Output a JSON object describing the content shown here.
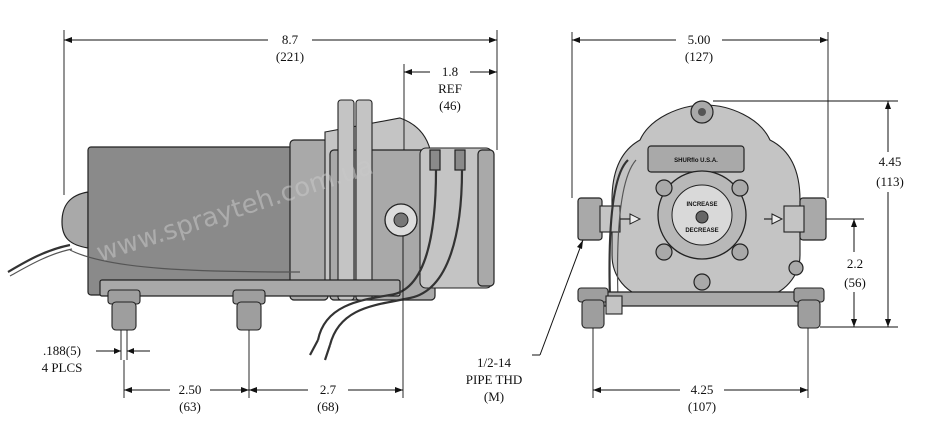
{
  "watermark": "www.sprayteh.com.ua",
  "side_view": {
    "overall_length": {
      "inch": "8.7",
      "mm": "(221)"
    },
    "head_ref": {
      "inch": "1.8",
      "ref": "REF",
      "mm": "(46)"
    },
    "hole": {
      "inch": ".188(5)",
      "note": "4 PLCS"
    },
    "foot_spacing": {
      "inch": "2.50",
      "mm": "(63)"
    },
    "foot_to_port": {
      "inch": "2.7",
      "mm": "(68)"
    }
  },
  "front_view": {
    "overall_width": {
      "inch": "5.00",
      "mm": "(127)"
    },
    "overall_height": {
      "inch": "4.45",
      "mm": "(113)"
    },
    "port_height": {
      "inch": "2.2",
      "mm": "(56)"
    },
    "mount_width": {
      "inch": "4.25",
      "mm": "(107)"
    },
    "port_thread": {
      "line1": "1/2-14",
      "line2": "PIPE THD",
      "line3": "(M)"
    },
    "label_brand": "SHURflo U.S.A.",
    "label_increase": "INCREASE",
    "label_decrease": "DECREASE"
  }
}
